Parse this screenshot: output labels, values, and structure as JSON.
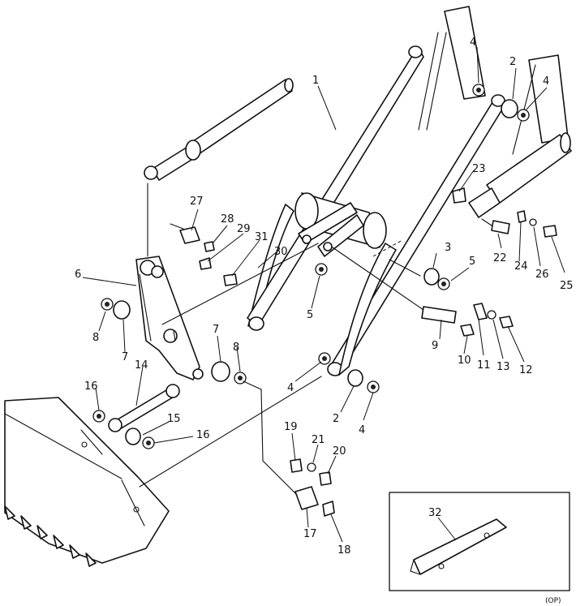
{
  "diagram": {
    "callouts": {
      "c1": "1",
      "c2a": "2",
      "c2b": "2",
      "c3": "3",
      "c4a": "4",
      "c4b": "4",
      "c4c": "4",
      "c4d": "4",
      "c5a": "5",
      "c5b": "5",
      "c6": "6",
      "c7a": "7",
      "c7b": "7",
      "c8a": "8",
      "c8b": "8",
      "c9": "9",
      "c10": "10",
      "c11": "11",
      "c12": "12",
      "c13": "13",
      "c14": "14",
      "c15": "15",
      "c16a": "16",
      "c16b": "16",
      "c17": "17",
      "c18": "18",
      "c19": "19",
      "c20": "20",
      "c21": "21",
      "c22": "22",
      "c23": "23",
      "c24": "24",
      "c25": "25",
      "c26": "26",
      "c27": "27",
      "c28": "28",
      "c29": "29",
      "c30": "30",
      "c31": "31",
      "c32": "32"
    },
    "option_mark": "(OP)"
  }
}
